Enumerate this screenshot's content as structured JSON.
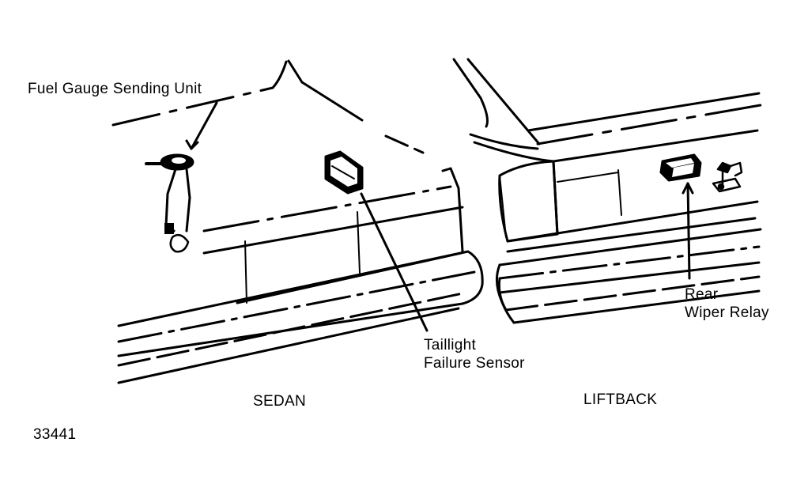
{
  "labels": {
    "fuel_gauge": "Fuel Gauge Sending Unit",
    "taillight_line1": "Taillight",
    "taillight_line2": "Failure Sensor",
    "wiper_line1": "Rear",
    "wiper_line2": "Wiper Relay",
    "sedan": "SEDAN",
    "liftback": "LIFTBACK",
    "figure_number": "33441"
  },
  "colors": {
    "ink": "#000000",
    "paper": "#ffffff"
  }
}
